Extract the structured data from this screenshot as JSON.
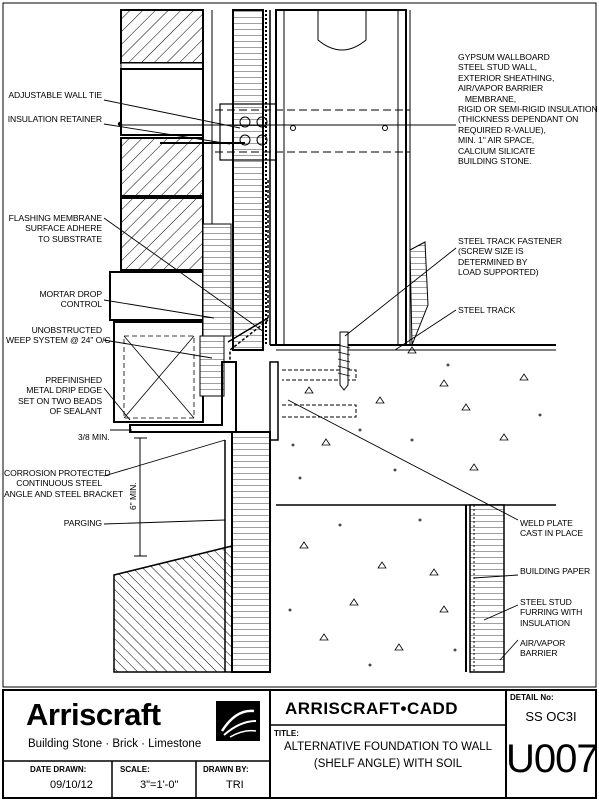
{
  "labels_left": [
    {
      "id": "adjustable-wall-tie",
      "lines": [
        "ADJUSTABLE WALL TIE"
      ]
    },
    {
      "id": "insulation-retainer",
      "lines": [
        "INSULATION RETAINER"
      ]
    },
    {
      "id": "flashing-membrane",
      "lines": [
        "FLASHING MEMBRANE",
        "SURFACE ADHERE",
        "TO SUBSTRATE"
      ]
    },
    {
      "id": "mortar-drop-control",
      "lines": [
        "MORTAR DROP",
        "CONTROL"
      ]
    },
    {
      "id": "weep-system",
      "lines": [
        "UNOBSTRUCTED",
        "WEEP SYSTEM @ 24\" O/C"
      ]
    },
    {
      "id": "drip-edge",
      "lines": [
        "PREFINISHED",
        "METAL DRIP EDGE",
        "SET ON TWO BEADS",
        "OF SEALANT"
      ]
    },
    {
      "id": "shelf-angle",
      "lines": [
        "CORROSION PROTECTED",
        "CONTINUOUS STEEL",
        "ANGLE AND STEEL BRACKET"
      ]
    },
    {
      "id": "parging",
      "lines": [
        "PARGING"
      ]
    }
  ],
  "labels_right": [
    {
      "id": "wall-assembly",
      "lines": [
        "GYPSUM WALLBOARD",
        "STEEL STUD WALL,",
        "EXTERIOR SHEATHING,",
        "AIR/VAPOR BARRIER",
        "   MEMBRANE,",
        "RIGID OR SEMI-RIGID INSULATION",
        "(THICKNESS DEPENDANT ON",
        "REQUIRED R-VALUE),",
        "MIN. 1\" AIR SPACE,",
        "CALCIUM SILICATE",
        "BUILDING STONE."
      ]
    },
    {
      "id": "track-fastener",
      "lines": [
        "STEEL TRACK FASTENER",
        "(SCREW SIZE IS",
        "DETERMINED BY",
        "LOAD SUPPORTED)"
      ]
    },
    {
      "id": "steel-track",
      "lines": [
        "STEEL TRACK"
      ]
    },
    {
      "id": "weld-plate",
      "lines": [
        "WELD PLATE",
        "CAST IN PLACE"
      ]
    },
    {
      "id": "building-paper",
      "lines": [
        "BUILDING PAPER"
      ]
    },
    {
      "id": "stud-furring",
      "lines": [
        "STEEL STUD",
        "FURRING WITH",
        "INSULATION"
      ]
    },
    {
      "id": "air-vapor-barrier",
      "lines": [
        "AIR/VAPOR",
        "BARRIER"
      ]
    }
  ],
  "dimensions": {
    "min_3_8": "3/8 MIN.",
    "min_6": "6\" MIN."
  },
  "title_block": {
    "brand_name": "Arriscraft",
    "brand_tagline": "Building Stone · Brick · Limestone",
    "company": "ARRISCRAFT•CADD",
    "title_label": "TITLE:",
    "title_line1": "ALTERNATIVE FOUNDATION TO WALL",
    "title_line2": "(SHELF ANGLE) WITH SOIL",
    "detail_label": "DETAIL No:",
    "detail_code": "SS OC3I",
    "detail_number": "U007",
    "date_label": "DATE DRAWN:",
    "date_value": "09/10/12",
    "scale_label": "SCALE:",
    "scale_value": "3\"=1'-0\"",
    "drawn_label": "DRAWN BY:",
    "drawn_value": "TRI"
  },
  "colors": {
    "ink": "#000000",
    "paper": "#ffffff"
  }
}
